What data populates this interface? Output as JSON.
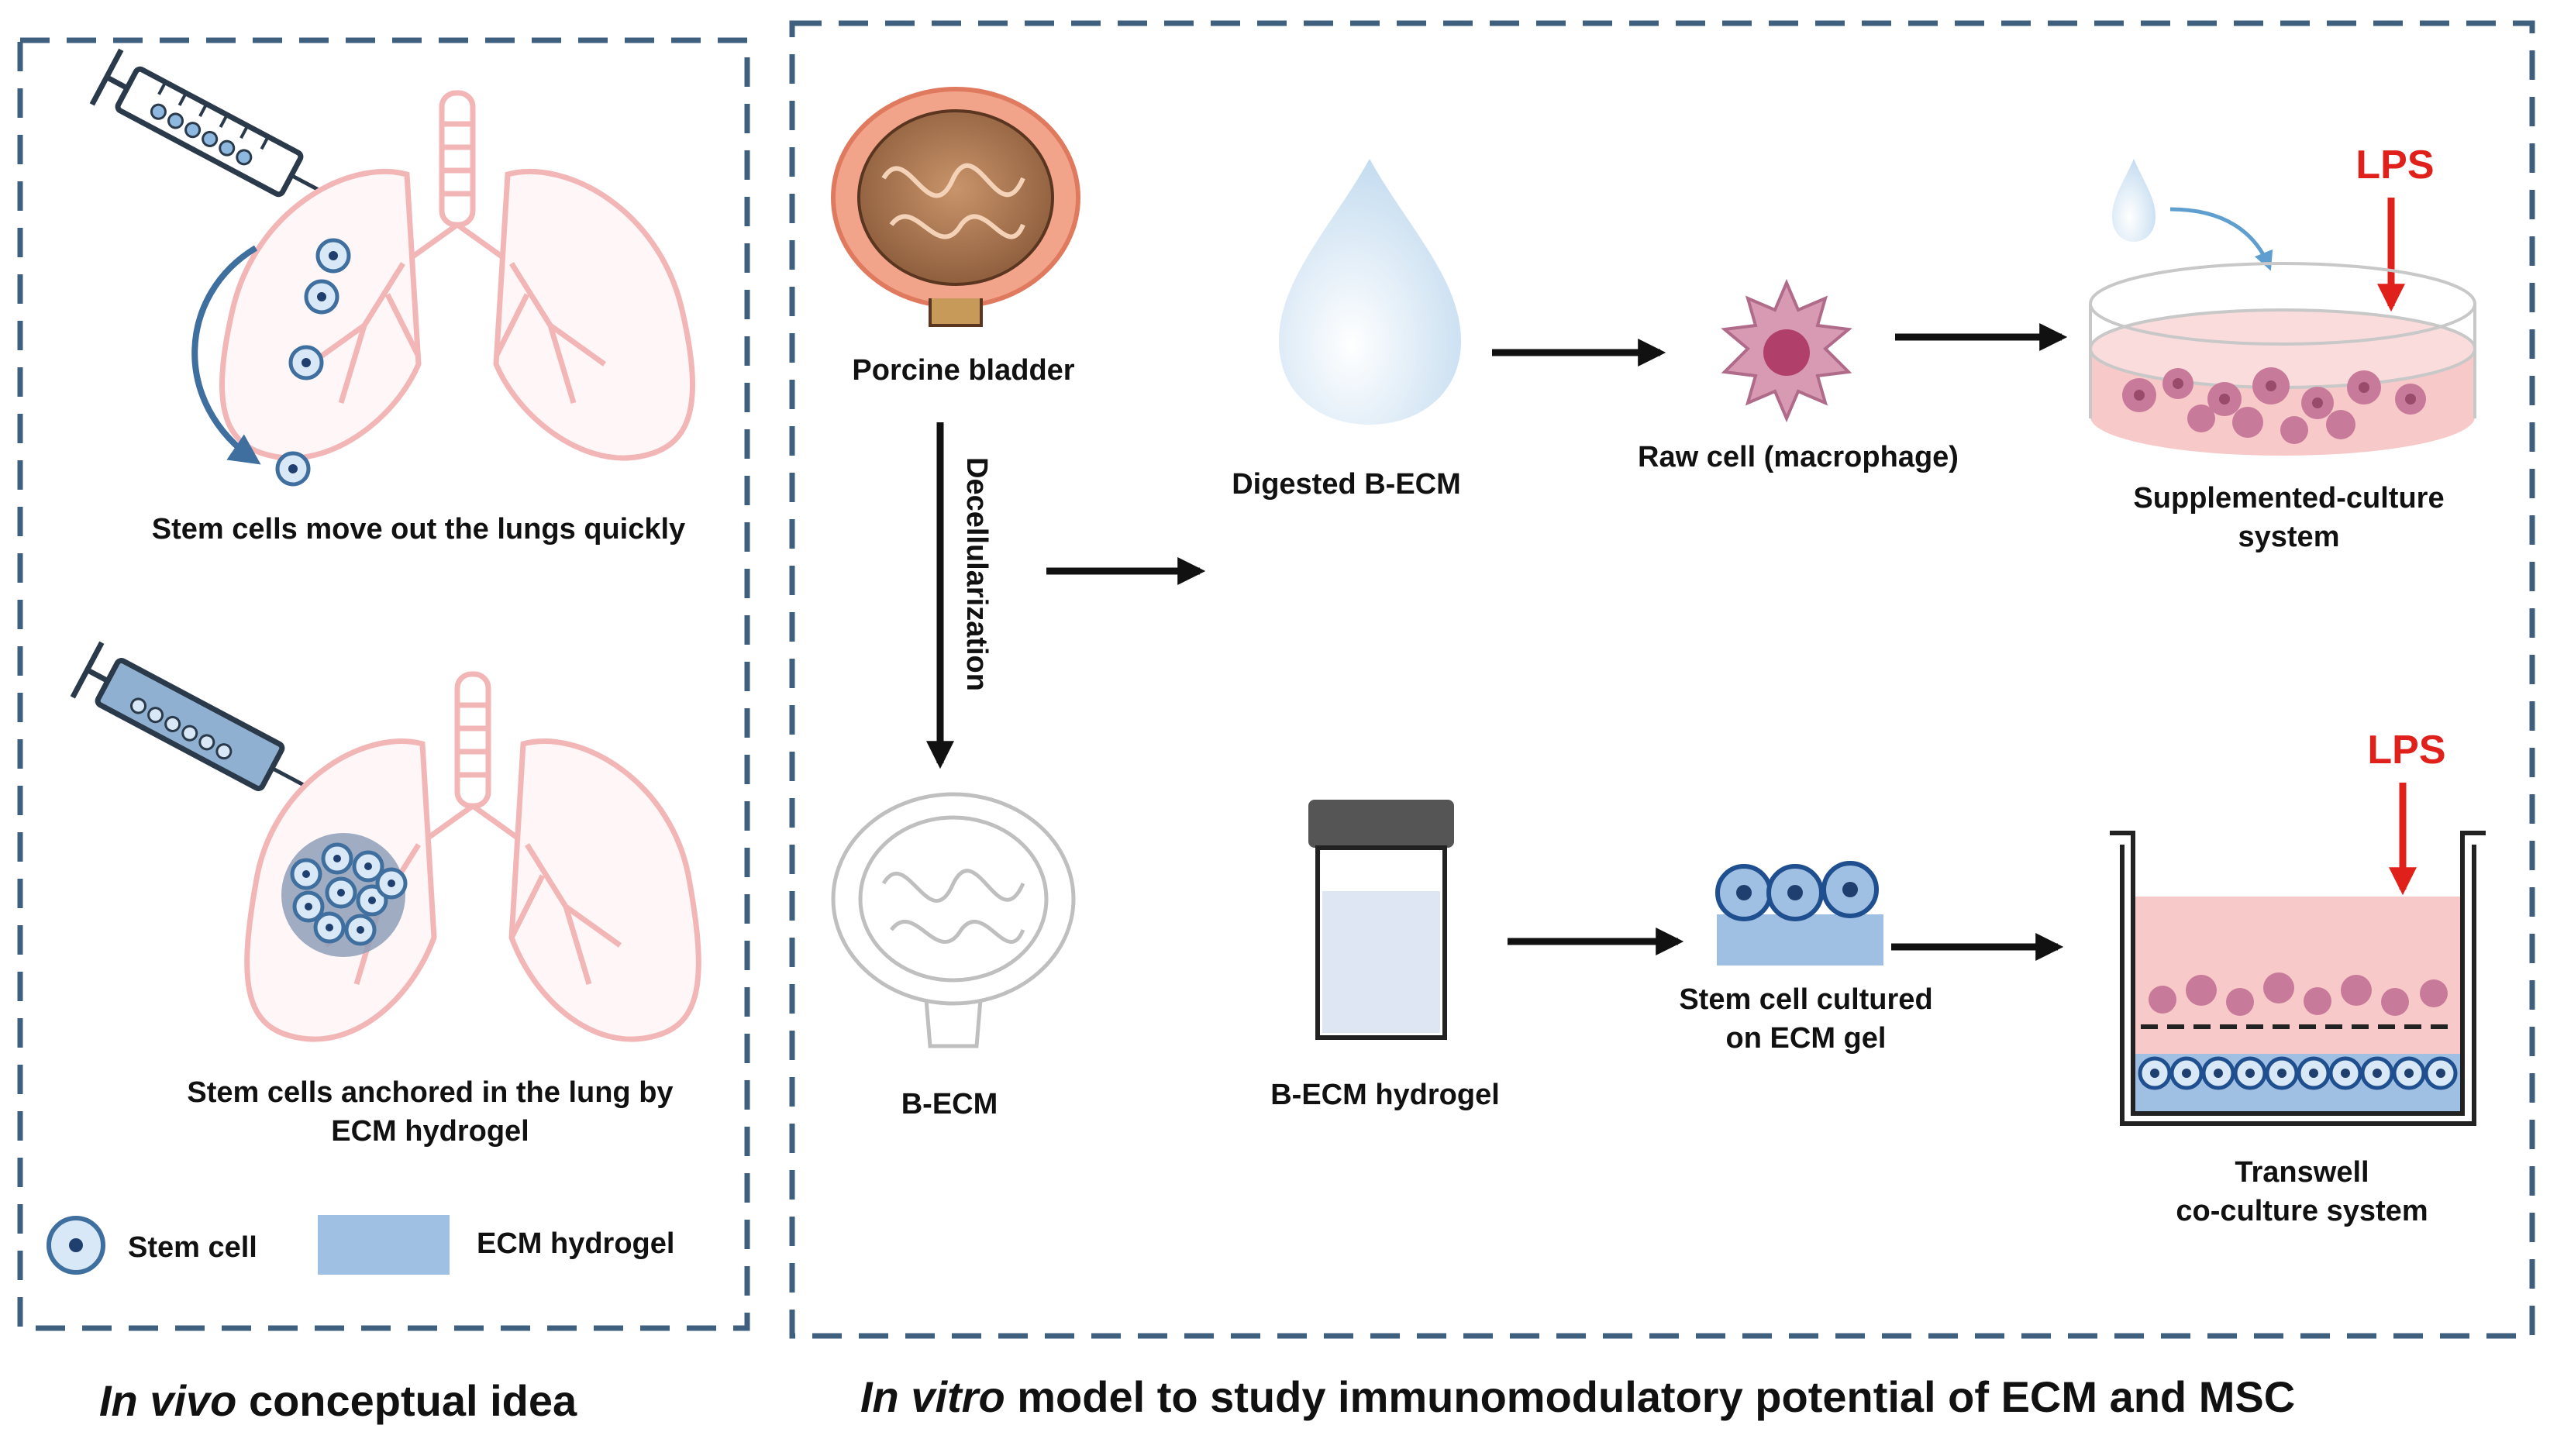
{
  "colors": {
    "panel_border": "#3f5f7f",
    "lung": "#f2b6b6",
    "stem_cell": "#4f8fc4",
    "ecm": "#9fc0e2",
    "macrophage": "#c87a9a",
    "medium": "#f7c9c9",
    "lps": "#e0201b"
  },
  "left_panel": {
    "top_label": "Stem cells move out the lungs quickly",
    "bottom_label_line1": "Stem cells anchored in the lung by",
    "bottom_label_line2": "ECM hydrogel",
    "legend_stem_cell": "Stem cell",
    "legend_ecm": "ECM hydrogel",
    "caption_italic": "In vivo",
    "caption_rest": " conceptual idea"
  },
  "right_panel": {
    "porcine_bladder": "Porcine bladder",
    "decellularization": "Decellularization",
    "b_ecm": "B-ECM",
    "digested": "Digested B-ECM",
    "raw_cell": "Raw cell (macrophage)",
    "supplemented_line1": "Supplemented-culture",
    "supplemented_line2": "system",
    "lps_top": "LPS",
    "lps_bottom": "LPS",
    "hydrogel": "B-ECM hydrogel",
    "stem_gel_line1": "Stem cell cultured",
    "stem_gel_line2": "on ECM gel",
    "transwell_line1": "Transwell",
    "transwell_line2": "co-culture system",
    "caption_italic": "In vitro",
    "caption_rest": " model to study immunomodulatory potential of ECM and MSC"
  }
}
